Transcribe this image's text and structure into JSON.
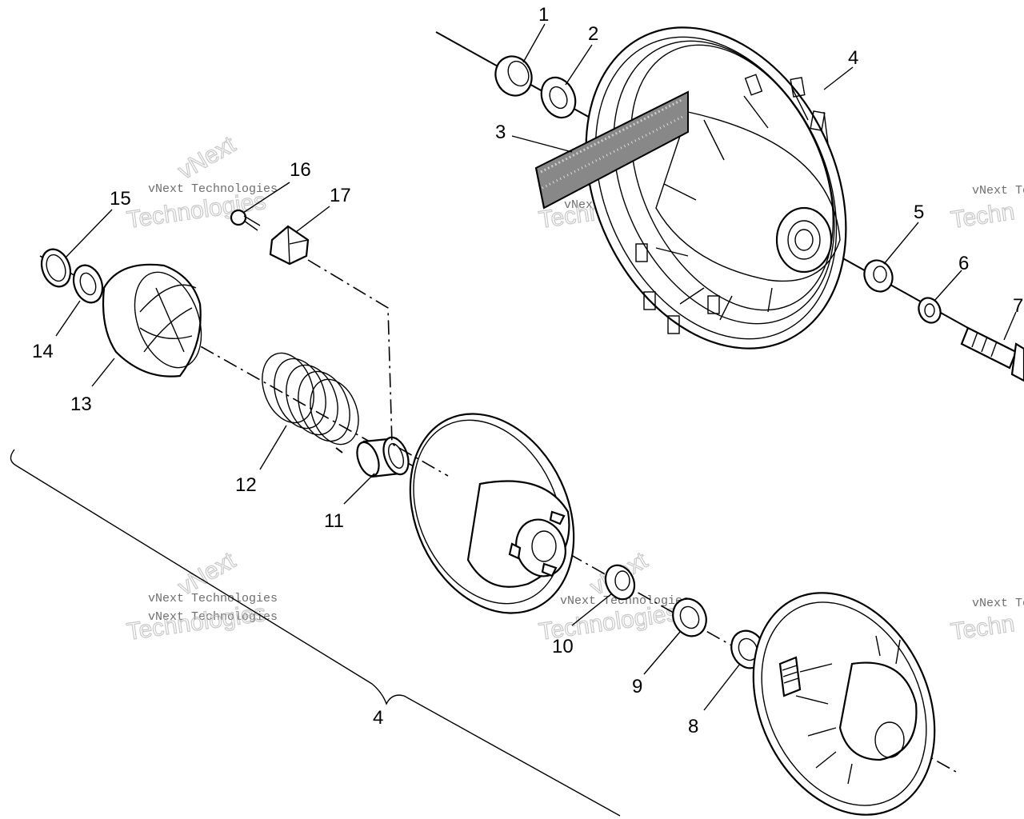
{
  "callouts": {
    "c1": "1",
    "c2": "2",
    "c3": "3",
    "c4a": "4",
    "c5": "5",
    "c6": "6",
    "c7": "7",
    "c8": "8",
    "c9": "9",
    "c10": "10",
    "c11": "11",
    "c12": "12",
    "c13": "13",
    "c14": "14",
    "c15": "15",
    "c16": "16",
    "c17": "17",
    "c4b": "4"
  },
  "watermark": {
    "brand_small": "vNext Technologies",
    "brand_small_cut": "vNext Te",
    "brand_large": "Technologies",
    "brand_large_cut": "Techn",
    "brand_tilt": "vNext"
  },
  "colors": {
    "ink": "#000000",
    "paper": "#ffffff",
    "watermark": "#bbbbbb"
  }
}
